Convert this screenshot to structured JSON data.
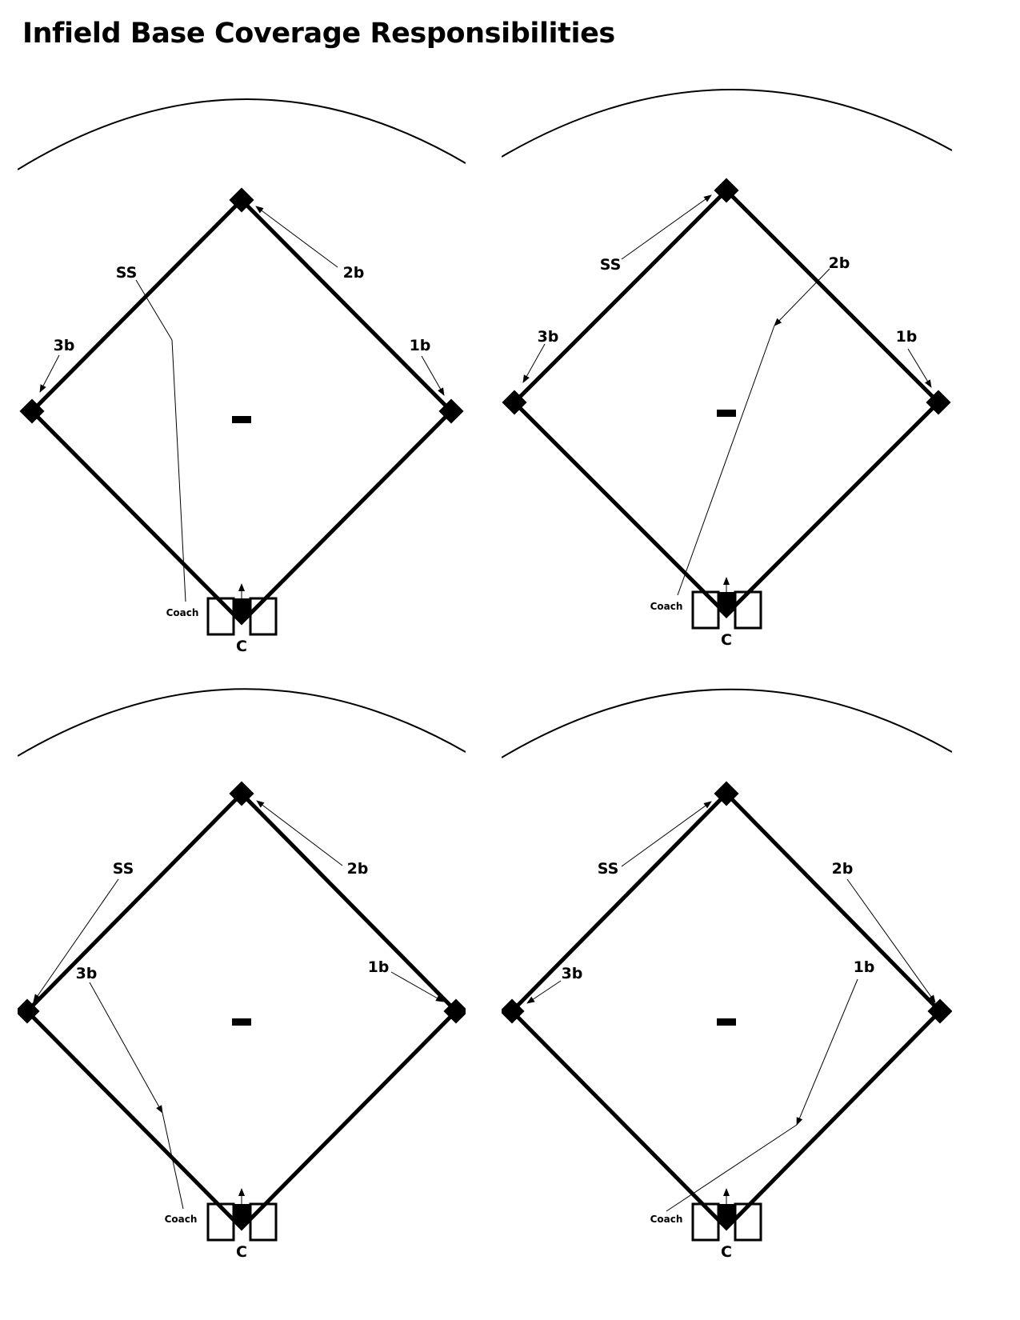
{
  "page": {
    "title": "Infield Base Coverage Responsibilities"
  },
  "diagrams": [
    {
      "labels": {
        "ss": "SS",
        "second": "2b",
        "third": "3b",
        "first": "1b",
        "coach": "Coach",
        "catcher": "C"
      },
      "assignments": [
        {
          "player": "SS",
          "covers": "pitcher area"
        },
        {
          "player": "2b",
          "covers": "2nd base"
        },
        {
          "player": "3b",
          "covers": "3rd base"
        },
        {
          "player": "1b",
          "covers": "1st base"
        }
      ]
    },
    {
      "labels": {
        "ss": "SS",
        "second": "2b",
        "third": "3b",
        "first": "1b",
        "coach": "Coach",
        "catcher": "C"
      },
      "assignments": [
        {
          "player": "SS",
          "covers": "2nd base"
        },
        {
          "player": "2b",
          "covers": "mid infield"
        },
        {
          "player": "3b",
          "covers": "3rd base"
        },
        {
          "player": "1b",
          "covers": "1st base"
        }
      ]
    },
    {
      "labels": {
        "ss": "SS",
        "second": "2b",
        "third": "3b",
        "first": "1b",
        "coach": "Coach",
        "catcher": "C"
      },
      "assignments": [
        {
          "player": "SS",
          "covers": "3rd base"
        },
        {
          "player": "2b",
          "covers": "2nd base"
        },
        {
          "player": "3b",
          "covers": "home side"
        },
        {
          "player": "1b",
          "covers": "1st base"
        }
      ]
    },
    {
      "labels": {
        "ss": "SS",
        "second": "2b",
        "third": "3b",
        "first": "1b",
        "coach": "Coach",
        "catcher": "C"
      },
      "assignments": [
        {
          "player": "SS",
          "covers": "2nd base"
        },
        {
          "player": "2b",
          "covers": "1st base"
        },
        {
          "player": "3b",
          "covers": "3rd base"
        },
        {
          "player": "1b",
          "covers": "first-base line"
        }
      ]
    }
  ]
}
